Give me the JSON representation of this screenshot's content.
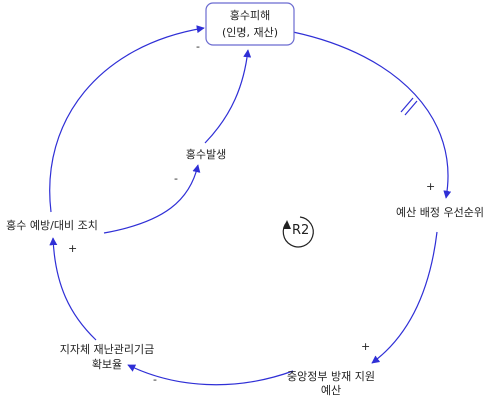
{
  "colors": {
    "edge": "#2f2fd6",
    "text": "#222222",
    "box_border": "#6b6bd0"
  },
  "nodes": {
    "flood_damage": {
      "line1": "홍수피해",
      "line2": "(인명, 재산)"
    },
    "budget_priority": {
      "label": "예산 배정 우선순위"
    },
    "central_budget": {
      "line1": "중앙정부 방재 지원",
      "line2": "예산"
    },
    "local_fund": {
      "line1": "지자체 재난관리기금",
      "line2": "확보율"
    },
    "prevention": {
      "label": "홍수 예방/대비 조치"
    },
    "flood_occurrence": {
      "label": "홍수발생"
    }
  },
  "polarity": {
    "damage_to_priority": "",
    "priority_to_central": "+",
    "central_to_local": "+",
    "local_to_prevention": "-",
    "prevention_to_damage": "+",
    "prevention_to_occurrence": "-",
    "occurrence_to_damage": "-"
  },
  "loop": {
    "label": "R2"
  }
}
